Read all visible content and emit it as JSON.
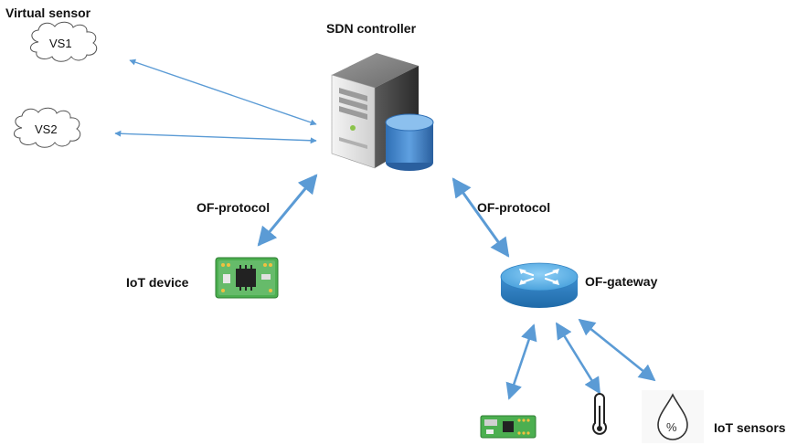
{
  "labels": {
    "virtual_sensor": "Virtual sensor",
    "sdn_controller": "SDN controller",
    "of_protocol_left": "OF-protocol",
    "of_protocol_right": "OF-protocol",
    "iot_device": "IoT device",
    "of_gateway": "OF-gateway",
    "iot_sensors": "IoT sensors"
  },
  "clouds": {
    "vs1": "VS1",
    "vs2": "VS2"
  },
  "humidity_symbol": "%",
  "icons": {
    "server": "server-icon",
    "database": "database-icon",
    "gateway": "router-icon",
    "board": "circuit-board-icon",
    "thermometer": "thermometer-icon",
    "humidity": "water-drop-icon"
  },
  "colors": {
    "arrow": "#5b9bd5",
    "router": "#4a9fd8",
    "database": "#3a7cc4",
    "board": "#4caf50"
  }
}
